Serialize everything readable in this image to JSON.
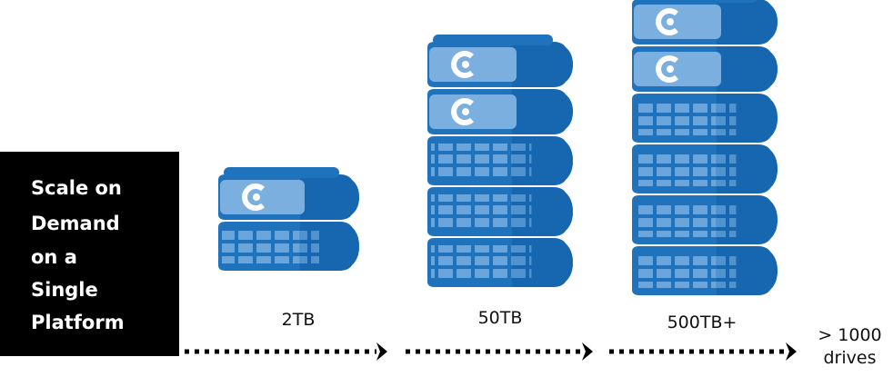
{
  "callout": {
    "lines": [
      "Scale on",
      "Demand",
      "on a",
      "Single",
      "Platform"
    ]
  },
  "tiers": [
    {
      "label": "2TB",
      "head_units": 1,
      "drive_units": 1
    },
    {
      "label": "50TB",
      "head_units": 2,
      "drive_units": 3
    },
    {
      "label": "500TB+",
      "head_units": 2,
      "drive_units": 4
    }
  ],
  "end_label": [
    "> 1000",
    "drives"
  ],
  "colors": {
    "callout_bg": "#000000",
    "unit_blue": "#1f73bd",
    "unit_dark": "#0f5da6",
    "panel_light": "#7bafe0",
    "grid_cell": "#6aa6dc",
    "logo": "#ffffff"
  },
  "icons": {
    "head_logo": "c-logo-icon",
    "arrow": "chevron-right-icon"
  }
}
